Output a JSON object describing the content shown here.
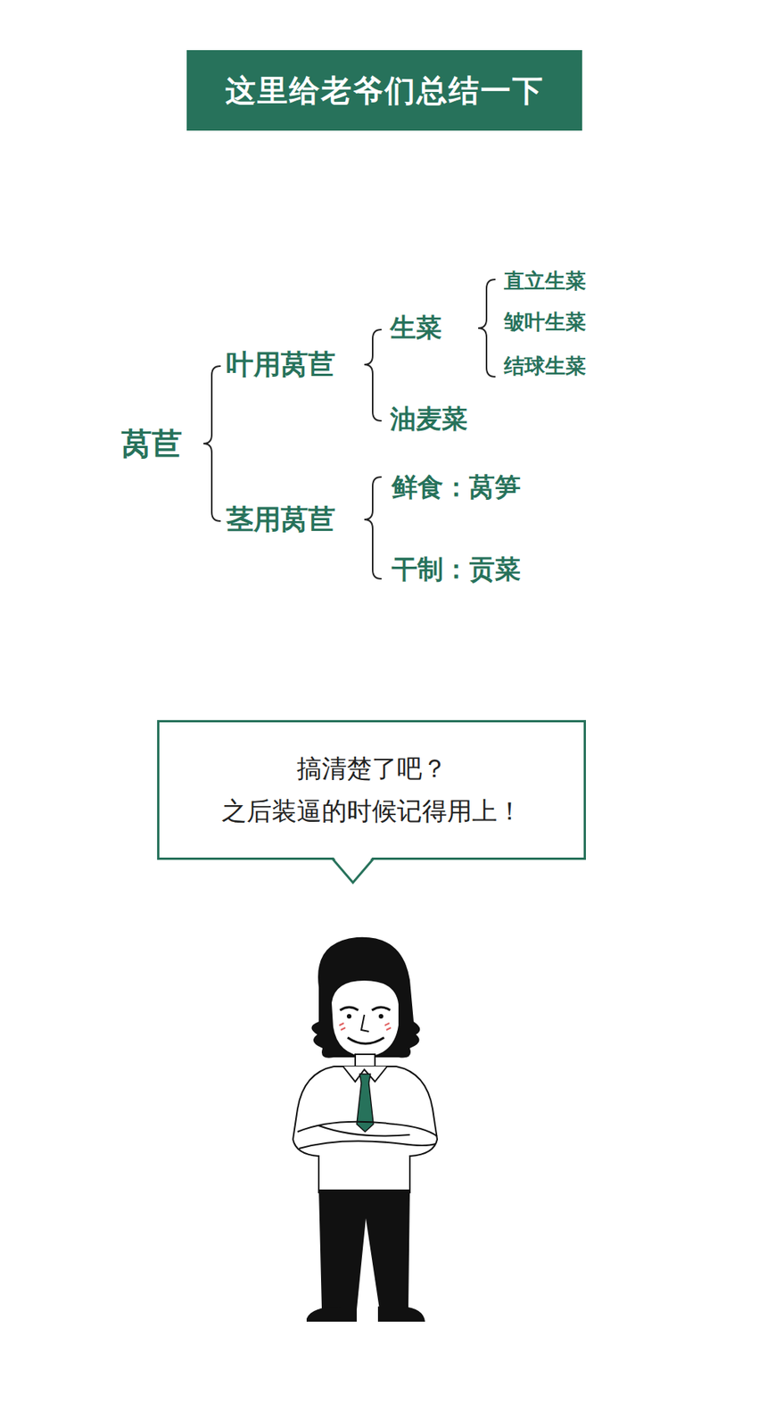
{
  "diagram": {
    "title": "这里给老爷们总结一下",
    "nodes": [
      {
        "text": [
          "搞清楚了吧？",
          "之后装逼的时候记得用上！"
        ]
      }
    ],
    "labels": [
      "莴苣",
      "叶用莴苣",
      "生菜",
      "直立生菜",
      "皱叶生菜",
      "结球生菜",
      "油麦菜",
      "茎用莴苣",
      "鲜食：莴笋",
      "干制：贡菜"
    ]
  }
}
